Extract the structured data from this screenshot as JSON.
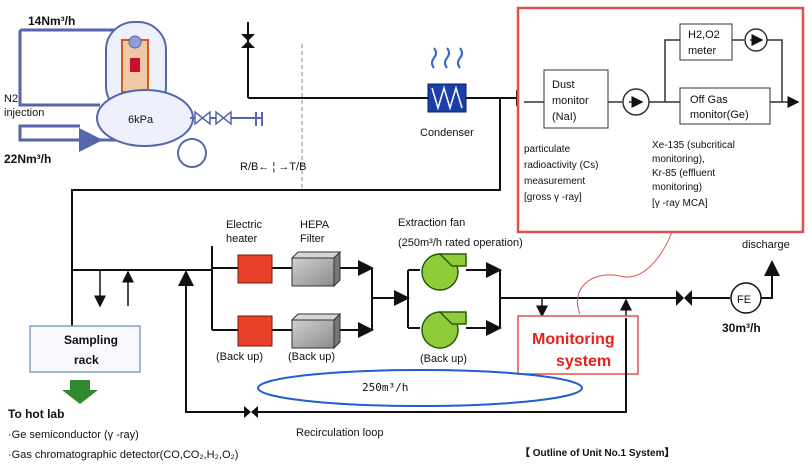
{
  "inlet": {
    "flow_top": "14Nm³/h",
    "flow_bottom": "22Nm³/h",
    "n2_line1": "N2",
    "n2_line2": "injection",
    "pressure": "6kPa"
  },
  "boundary": {
    "label": "R/B← ¦ →T/B"
  },
  "condenser": {
    "label": "Condenser"
  },
  "heater": {
    "line1": "Electric",
    "line2": "heater",
    "backup": "(Back up)"
  },
  "hepa": {
    "line1": "HEPA",
    "line2": "Filter",
    "backup": "(Back up)"
  },
  "fan": {
    "line1": "Extraction fan",
    "line2": "(250m³/h  rated operation)",
    "backup": "(Back up)"
  },
  "monitor_panel": {
    "dust_line1": "Dust",
    "dust_line2": "monitor",
    "dust_line3": "(NaI)",
    "h2o2_line1": "H2,O2",
    "h2o2_line2": "meter",
    "offgas_line1": "Off Gas",
    "offgas_line2": "monitor(Ge)",
    "particulate": [
      "particulate",
      "radioactivity (Cs)",
      "measurement",
      "[gross γ -ray]"
    ],
    "xe_kr": [
      "Xe-135 (subcritical",
      "monitoring),",
      "Kr-85 (effluent",
      "monitoring)",
      "[γ -ray MCA]"
    ]
  },
  "monitoring_system": {
    "line1": "Monitoring",
    "line2": "system"
  },
  "discharge": {
    "label": "discharge",
    "fe": "FE",
    "flow": "30m³/h"
  },
  "sampling": {
    "line1": "Sampling",
    "line2": "rack"
  },
  "hot_lab": {
    "title": "To hot lab",
    "item1": "·Ge semiconductor (γ -ray)",
    "item2": "·Gas chromatographic detector(CO,CO₂,H₂,O₂)"
  },
  "recirc": {
    "flow": "250m³/h",
    "label": "Recirculation loop"
  },
  "caption": "【 Outline of Unit No.1 System】",
  "colors": {
    "heater": "#e8412a",
    "hepa": "#a9a9a9",
    "fan": "#8fcc3a",
    "panel_border": "#e05050",
    "monitor_red": "#e8211b",
    "arrow_green": "#2f8a2f",
    "inlet_blue": "#5566aa"
  }
}
